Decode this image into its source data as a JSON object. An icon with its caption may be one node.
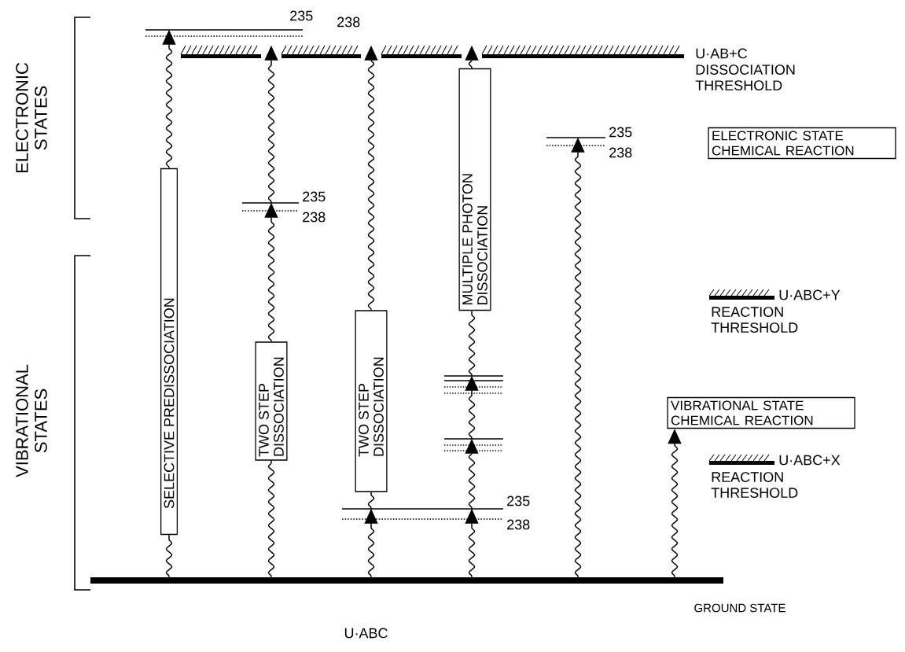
{
  "diagram": {
    "nodes": [
      {
        "text": [],
        "shape": "bar",
        "beside": [
          "GROUND STATE",
          "U·ABC"
        ]
      },
      {
        "text": [],
        "shape": "bar",
        "beside": [
          "U·AB+C",
          "DISSOCIATION THRESHOLD"
        ]
      },
      {
        "text": [
          "SELECTIVE PREDISSOCIATION"
        ]
      },
      {
        "text": [
          "TWO STEP DISSOCIATION"
        ]
      },
      {
        "text": [
          "TWO STEP DISSOCIATION"
        ]
      },
      {
        "text": [
          "MULTIPLE PHOTON DISSOCIATION"
        ]
      },
      {
        "text": [
          "ELECTRONIC STATE CHEMICAL REACTION"
        ]
      },
      {
        "text": [
          "VIBRATIONAL STATE CHEMICAL REACTION"
        ]
      },
      {
        "text": [],
        "shape": "bar",
        "beside": [
          "U·ABC+Y",
          "REACTION THRESHOLD"
        ]
      },
      {
        "text": [],
        "shape": "bar",
        "beside": [
          "U·ABC+X",
          "REACTION THRESHOLD"
        ]
      },
      {
        "text": [],
        "shape": "bar",
        "beside": [
          "235",
          "238"
        ]
      },
      {
        "text": [],
        "shape": "bar",
        "beside": [
          "235",
          "238"
        ]
      },
      {
        "text": [],
        "shape": "bar",
        "beside": [
          "235",
          "238"
        ]
      },
      {
        "text": [],
        "shape": "bar",
        "beside": [
          "235",
          "238"
        ]
      },
      {
        "text": [],
        "shape": "bar"
      },
      {
        "text": [],
        "shape": "bar"
      }
    ],
    "edges": [
      {
        "from": 0,
        "to": 2,
        "arrow": "none"
      },
      {
        "from": 2,
        "to": 10,
        "arrow": "to"
      },
      {
        "from": 0,
        "to": 3,
        "arrow": "none"
      },
      {
        "from": 3,
        "to": 11,
        "arrow": "to"
      },
      {
        "from": 11,
        "to": 1,
        "arrow": "to"
      },
      {
        "from": 0,
        "to": 13,
        "arrow": "to"
      },
      {
        "from": 13,
        "to": 4,
        "arrow": "none"
      },
      {
        "from": 4,
        "to": 1,
        "arrow": "to"
      },
      {
        "from": 0,
        "to": 13,
        "arrow": "to"
      },
      {
        "from": 13,
        "to": 15,
        "arrow": "to"
      },
      {
        "from": 15,
        "to": 14,
        "arrow": "to"
      },
      {
        "from": 14,
        "to": 5,
        "arrow": "none"
      },
      {
        "from": 5,
        "to": 1,
        "arrow": "to"
      },
      {
        "from": 0,
        "to": 12,
        "arrow": "to"
      },
      {
        "from": 0,
        "to": 7,
        "arrow": "to"
      }
    ],
    "labels": [
      "ELECTRONIC STATES",
      "VIBRATIONAL STATES"
    ]
  }
}
